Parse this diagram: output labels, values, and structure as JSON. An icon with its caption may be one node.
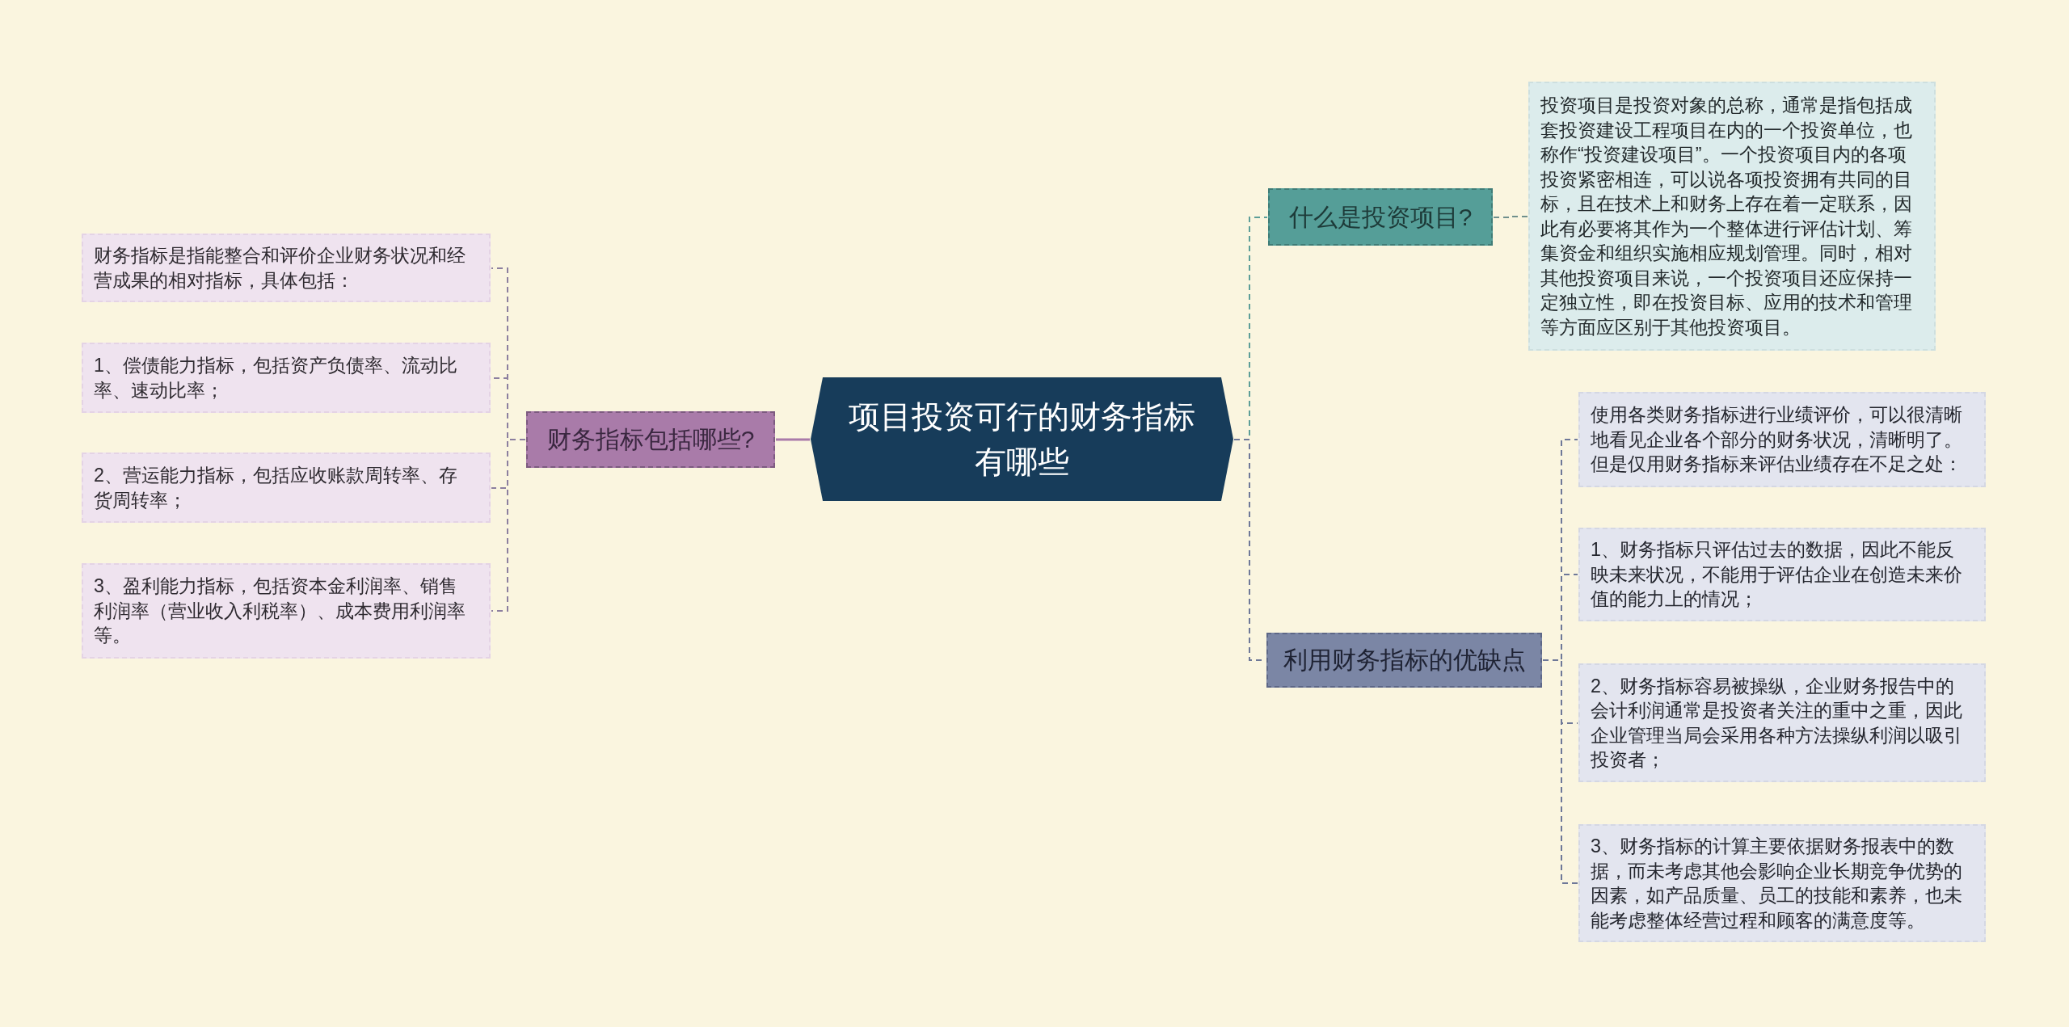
{
  "diagram": {
    "nodes": [
      {
        "text": [
          "项目投资可行的财务指标有哪些"
        ]
      },
      {
        "text": [
          "财务指标包括哪些?"
        ]
      },
      {
        "text": [
          "财务指标是指能整合和评价企业财务状况和经营成果的相对指标，具体包括："
        ]
      },
      {
        "text": [
          "1、偿债能力指标，包括资产负债率、流动比率、速动比率；"
        ]
      },
      {
        "text": [
          "2、营运能力指标，包括应收账款周转率、存货周转率；"
        ]
      },
      {
        "text": [
          "3、盈利能力指标，包括资本金利润率、销售利润率（营业收入利税率）、成本费用利润率等。"
        ]
      },
      {
        "text": [
          "什么是投资项目?"
        ]
      },
      {
        "text": [
          "投资项目是投资对象的总称，通常是指包括成套投资建设工程项目在内的一个投资单位，也称作“投资建设项目”。一个投资项目内的各项投资紧密相连，可以说各项投资拥有共同的目标，且在技术上和财务上存在着一定联系，因此有必要将其作为一个整体进行评估计划、筹集资金和组织实施相应规划管理。同时，相对其他投资项目来说，一个投资项目还应保持一定独立性，即在投资目标、应用的技术和管理等方面应区别于其他投资项目。"
        ]
      },
      {
        "text": [
          "利用财务指标的优缺点"
        ]
      },
      {
        "text": [
          "使用各类财务指标进行业绩评价，可以很清晰地看见企业各个部分的财务状况，清晰明了。但是仅用财务指标来评估业绩存在不足之处："
        ]
      },
      {
        "text": [
          "1、财务指标只评估过去的数据，因此不能反映未来状况，不能用于评估企业在创造未来价值的能力上的情况；"
        ]
      },
      {
        "text": [
          "2、财务指标容易被操纵，企业财务报告中的会计利润通常是投资者关注的重中之重，因此企业管理当局会采用各种方法操纵利润以吸引投资者；"
        ]
      },
      {
        "text": [
          "3、财务指标的计算主要依据财务报表中的数据，而未考虑其他会影响企业长期竞争优势的因素，如产品质量、员工的技能和素养，也未能考虑整体经营过程和顾客的满意度等。"
        ]
      }
    ],
    "edges": [
      {
        "from": 0,
        "to": 1,
        "arrow": "none",
        "color": "#a97ba9"
      },
      {
        "from": 1,
        "to": 2,
        "arrow": "none",
        "style": "dashed",
        "color": "#8c7f9f"
      },
      {
        "from": 1,
        "to": 3,
        "arrow": "none",
        "style": "dashed",
        "color": "#8c7f9f"
      },
      {
        "from": 1,
        "to": 4,
        "arrow": "none",
        "style": "dashed",
        "color": "#8c7f9f"
      },
      {
        "from": 1,
        "to": 5,
        "arrow": "none",
        "style": "dashed",
        "color": "#8c7f9f"
      },
      {
        "from": 0,
        "to": 6,
        "arrow": "none",
        "style": "dashed",
        "color": "#5c9e98"
      },
      {
        "from": 6,
        "to": 7,
        "arrow": "none",
        "style": "dashed",
        "color": "#6f8f8c"
      },
      {
        "from": 0,
        "to": 8,
        "arrow": "none",
        "style": "dashed",
        "color": "#6e7898"
      },
      {
        "from": 8,
        "to": 9,
        "arrow": "none",
        "style": "dashed",
        "color": "#6e7898"
      },
      {
        "from": 8,
        "to": 10,
        "arrow": "none",
        "style": "dashed",
        "color": "#6e7898"
      },
      {
        "from": 8,
        "to": 11,
        "arrow": "none",
        "style": "dashed",
        "color": "#6e7898"
      },
      {
        "from": 8,
        "to": 12,
        "arrow": "none",
        "style": "dashed",
        "color": "#6e7898"
      }
    ]
  }
}
